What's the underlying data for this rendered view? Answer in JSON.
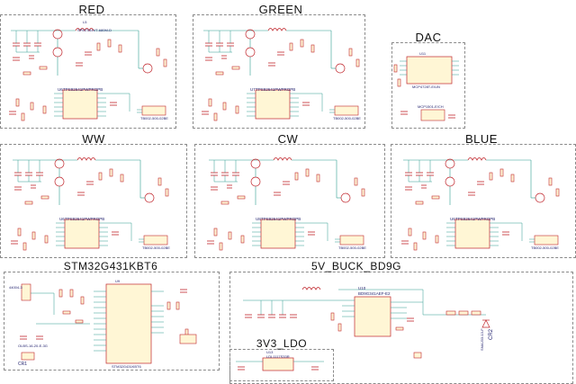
{
  "colors": {
    "wire": "#2f9d8f",
    "component": "#c0262c",
    "ic_body": "#c0262c",
    "ic_fill": "#fff6d5",
    "sheet_border": "#8a8a8a",
    "title": "#111111",
    "label": "#1d1d6b"
  },
  "sheets": {
    "red": {
      "title": "RED",
      "ic_top": "SPM7054VT-680M-D",
      "ic_driver": "TPS92641PWPROPB",
      "ref_top": "L5",
      "ref_driver": "U6",
      "connector": "TB002-500-02BE"
    },
    "green": {
      "title": "GREEN",
      "ic_driver": "TPS92641PWPROPB",
      "ref_driver": "U7",
      "connector": "TB002-500-02BE"
    },
    "dac": {
      "title": "DAC",
      "ic_dac": "MCP4728T-E/UN",
      "ref_dac": "U11",
      "ic_ref": "MCP1501-E/CH"
    },
    "ww": {
      "title": "WW",
      "ic_driver": "TPS92641PWPROPB",
      "ref_driver": "U6",
      "connector": "TB002-500-02BE"
    },
    "cw": {
      "title": "CW",
      "ic_driver": "TPS92641PWPROPB",
      "ref_driver": "U8",
      "connector": "TB002-500-02BE"
    },
    "blue": {
      "title": "BLUE",
      "ic_driver": "TPS92641PWPROPB",
      "ref_driver": "U6",
      "connector": "TB002-500-02BE"
    },
    "stm32": {
      "title": "STM32G431KBT6",
      "ic_mcu": "STM32G431KBT6",
      "ref_mcu": "U9",
      "header": "44004-3",
      "crystal": "CR1",
      "osc": "OLBS-16-20-E-3G"
    },
    "buck": {
      "title": "5V_BUCK_BD9G",
      "ic_buck": "BD9G341AEF-E2",
      "ref_buck": "U10",
      "diode": "CR2",
      "diode_part": "SMAJ33-13-F"
    },
    "ldo": {
      "title": "3V3_LDO",
      "ic_ldo": "LDL1117S33R",
      "ref_ldo": "U13"
    }
  }
}
